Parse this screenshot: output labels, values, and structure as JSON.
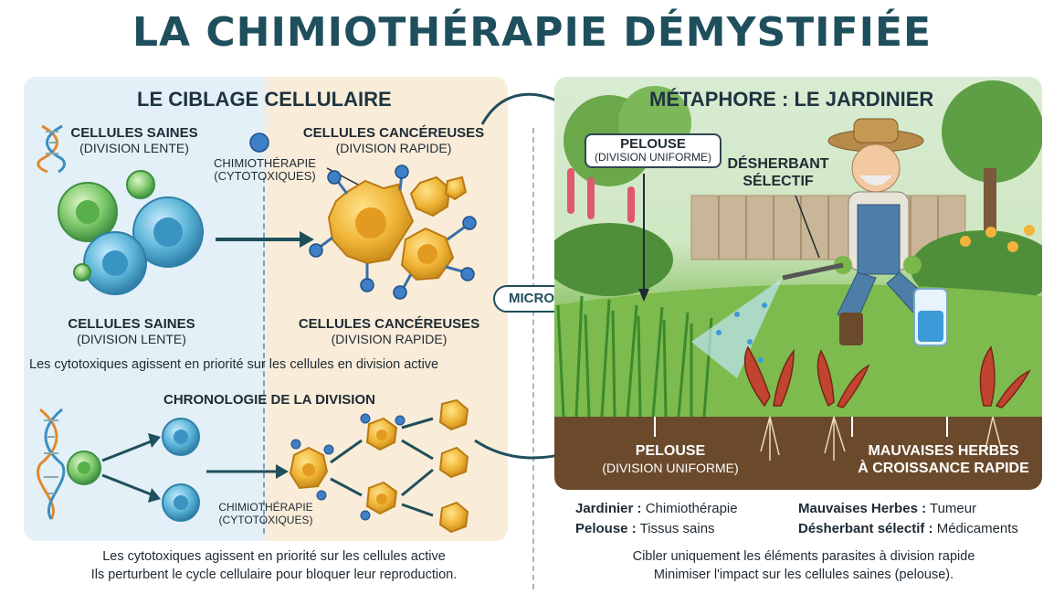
{
  "title": "LA CHIMIOTHÉRAPIE DÉMYSTIFIÉE",
  "left": {
    "title": "LE CIBLAGE CELLULAIRE",
    "healthy_top_1": "CELLULES SAINES",
    "healthy_top_2": "(DIVISION LENTE)",
    "cancer_top_1": "CELLULES CANCÉREUSES",
    "cancer_top_2": "(DIVISION RAPIDE)",
    "chemo_1": "CHIMIOTHÉRAPIE",
    "chemo_2": "(CYTOTOXIQUES)",
    "healthy_bottom_1": "CELLULES SAINES",
    "healthy_bottom_2": "(DIVISION LENTE)",
    "cancer_bottom_1": "CELLULES CANCÉREUSES",
    "cancer_bottom_2": "(DIVISION RAPIDE)",
    "priority_sentence": "Les cytotoxiques agissent en priorité sur les cellules en division active",
    "chrono_title": "CHRONOLOGIE DE LA DIVISION",
    "chemo_small_1": "CHIMIOTHÉRAPIE",
    "chemo_small_2": "(CYTOTOXIQUES)",
    "footer_1": "Les cytotoxiques agissent en priorité sur les cellules active",
    "footer_2": "Ils perturbent le cycle cellulaire pour bloquer leur reproduction."
  },
  "micro_label": "MICRO",
  "right": {
    "title": "MÉTAPHORE : LE JARDINIER",
    "pelouse_callout_1": "PELOUSE",
    "pelouse_callout_2": "(DIVISION UNIFORME)",
    "desherbant_1": "DÉSHERBANT",
    "desherbant_2": "SÉLECTIF",
    "ground_pelouse_1": "PELOUSE",
    "ground_pelouse_2": "(DIVISION UNIFORME)",
    "ground_weeds_1": "MAUVAISES HERBES",
    "ground_weeds_2": "À CROISSANCE RAPIDE",
    "legend": {
      "jardinier_key": "Jardinier :",
      "jardinier_val": "Chimiothérapie",
      "pelouse_key": "Pelouse :",
      "pelouse_val": "Tissus sains",
      "weeds_key": "Mauvaises Herbes :",
      "weeds_val": "Tumeur",
      "desherbant_key": "Désherbant sélectif :",
      "desherbant_val": "Médicaments"
    },
    "footer_1": "Cibler uniquement les éléments parasites à division rapide",
    "footer_2": "Minimiser l'impact sur les cellules saines (pelouse)."
  },
  "colors": {
    "title": "#1f4f5c",
    "healthy_cell": "#5bb4d8",
    "healthy_green": "#7cc76a",
    "cancer_cell": "#f0b638",
    "chemo_dot": "#3f7fc6",
    "arrow": "#1f4f5c"
  }
}
